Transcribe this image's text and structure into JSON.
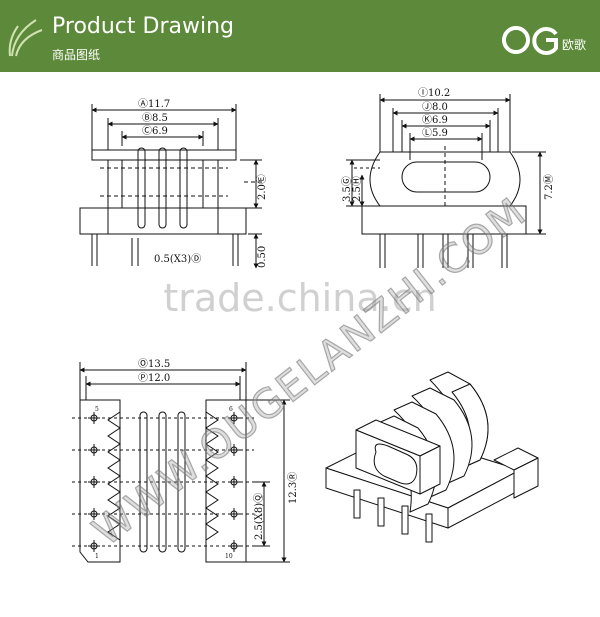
{
  "header": {
    "title": "Product Drawing",
    "subtitle": "商品图纸",
    "brand_text": "欧歌",
    "brand_color": "#5d8a3a"
  },
  "watermarks": {
    "url": "WWW.OUGELANZHI.COM",
    "trade": "trade.china.cn"
  },
  "front_view": {
    "dims": {
      "a": "Ⓐ11.7",
      "b": "Ⓑ8.5",
      "c": "Ⓒ6.9",
      "d": "0.5(X3)Ⓓ",
      "e": "2.0Ⓔ",
      "f": "0.50"
    }
  },
  "side_view": {
    "dims": {
      "i": "Ⓘ10.2",
      "j": "Ⓙ8.0",
      "k": "Ⓚ6.9",
      "l": "Ⓛ5.9",
      "g": "3.5Ⓖ",
      "h": "2.5Ⓗ",
      "m": "7.2Ⓜ"
    }
  },
  "top_view": {
    "dims": {
      "o": "Ⓞ13.5",
      "p": "Ⓟ12.0",
      "q": "2.5(X8)Ⓠ",
      "r": "12.3Ⓡ"
    },
    "pin_labels": {
      "left_top": "5",
      "left_bottom": "1",
      "right_top": "6",
      "right_bottom": "10"
    }
  }
}
